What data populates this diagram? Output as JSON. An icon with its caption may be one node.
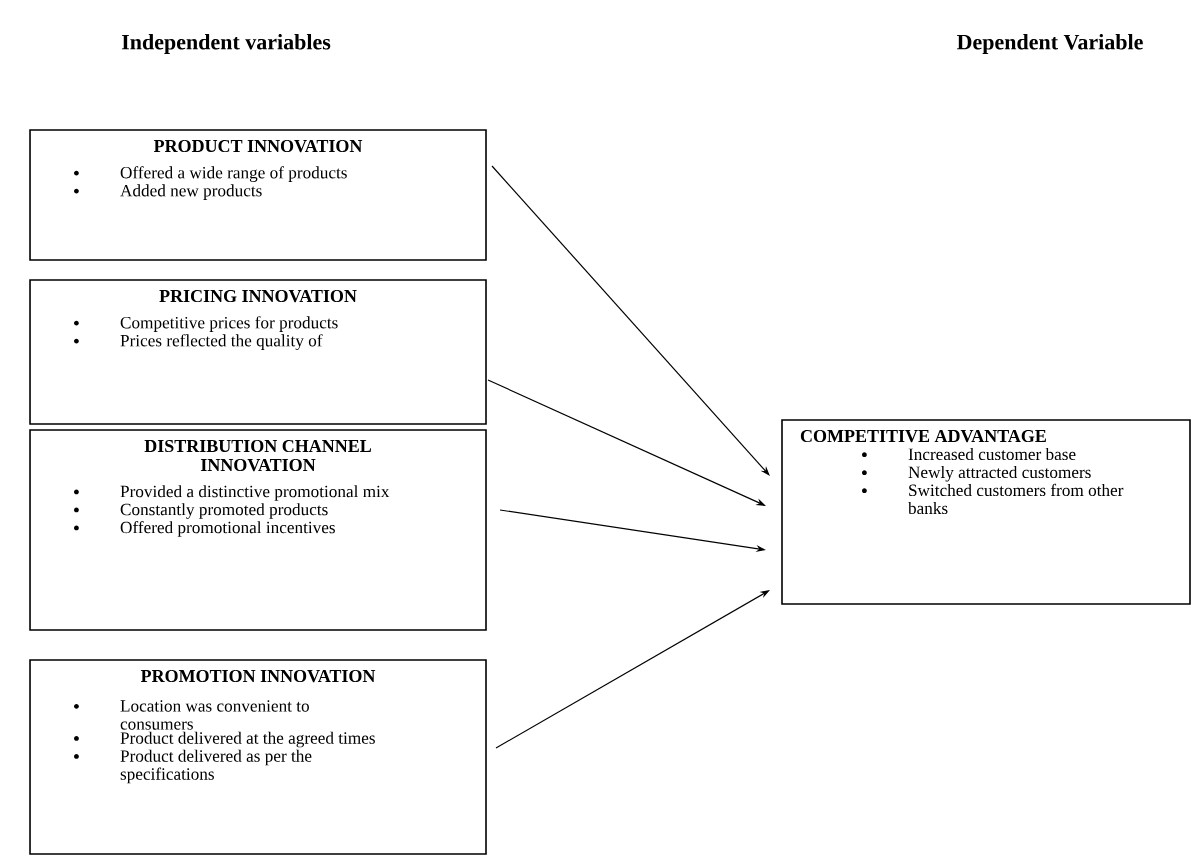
{
  "diagram": {
    "nodes": [
      {
        "text": [
          "PRODUCT INNOVATION",
          "Offered a wide range of products",
          "Added new products"
        ]
      },
      {
        "text": [
          "PRICING INNOVATION",
          "Competitive prices for products",
          "Prices reflected the quality of"
        ]
      },
      {
        "text": [
          "DISTRIBUTION CHANNEL INNOVATION",
          "Provided a distinctive promotional mix",
          "Constantly promoted products",
          "Offered promotional incentives"
        ]
      },
      {
        "text": [
          "PROMOTION INNOVATION",
          "Location was convenient to consumers",
          "Product delivered at the agreed times",
          "Product delivered as per the specifications"
        ]
      },
      {
        "text": [
          "COMPETITIVE ADVANTAGE",
          "Increased customer base",
          "Newly attracted customers",
          "Switched customers from other banks"
        ]
      }
    ],
    "edges": [
      {
        "from": 0,
        "to": 4,
        "arrow": "to"
      },
      {
        "from": 1,
        "to": 4,
        "arrow": "to"
      },
      {
        "from": 2,
        "to": 4,
        "arrow": "to"
      },
      {
        "from": 3,
        "to": 4,
        "arrow": "to"
      }
    ],
    "labels": [
      "Independent variables",
      "Dependent Variable"
    ]
  }
}
